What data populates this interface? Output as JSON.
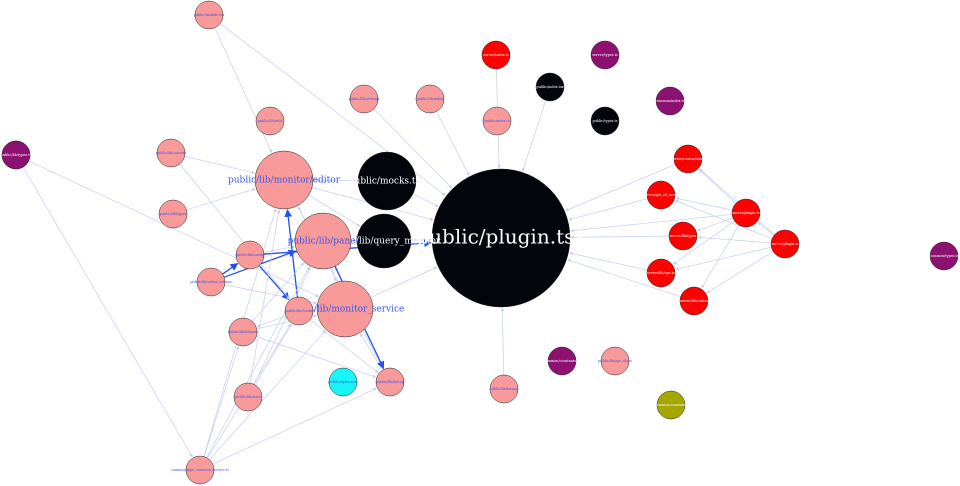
{
  "colors": {
    "salmon": "#f99a9a",
    "black": "#02060c",
    "red": "#ff0000",
    "purple": "#8c1170",
    "cyan": "#19f5f7",
    "olive": "#a6a600",
    "edge_light": "#c3cdf2",
    "edge_dark": "#2452e6",
    "label_blue": "#3b55e6",
    "label_white": "#ffffff"
  },
  "graph": {
    "nodes": [
      {
        "id": "n01",
        "label": "public/module.tsx",
        "color": "salmon",
        "label_color": "label_blue"
      },
      {
        "id": "n02",
        "label": "public/plugin.tsx",
        "color": "black",
        "label_color": "label_white"
      },
      {
        "id": "n03",
        "label": "public/mocks.tsx",
        "color": "black",
        "label_color": "label_white"
      },
      {
        "id": "n04",
        "label": "public/lib/query_monitor",
        "color": "black",
        "label_color": "label_white"
      },
      {
        "id": "n05",
        "label": "public/lib/panel",
        "color": "salmon",
        "label_color": "label_blue"
      },
      {
        "id": "n06",
        "label": "public/lib/monitor/editor",
        "color": "salmon",
        "label_color": "label_blue"
      },
      {
        "id": "n07",
        "label": "public/lib/monitor_service",
        "color": "salmon",
        "label_color": "label_blue"
      },
      {
        "id": "n08",
        "label": "public/lib/utils",
        "color": "salmon",
        "label_color": "label_blue"
      },
      {
        "id": "n09",
        "label": "public/lib/context",
        "color": "salmon",
        "label_color": "label_blue"
      },
      {
        "id": "n10",
        "label": "public/lib/types",
        "color": "salmon",
        "label_color": "label_blue"
      },
      {
        "id": "n11",
        "label": "public/lib/editor_actions",
        "color": "salmon",
        "label_color": "label_blue"
      },
      {
        "id": "n12",
        "label": "public/lib/config",
        "color": "salmon",
        "label_color": "label_blue"
      },
      {
        "id": "n13",
        "label": "public/lib/hooks",
        "color": "salmon",
        "label_color": "label_blue"
      },
      {
        "id": "n14",
        "label": "public/lib/helpers",
        "color": "salmon",
        "label_color": "label_blue"
      },
      {
        "id": "n15",
        "label": "public/lib/state",
        "color": "salmon",
        "label_color": "label_blue"
      },
      {
        "id": "n16",
        "label": "public/lib/debug",
        "color": "salmon",
        "label_color": "label_blue"
      },
      {
        "id": "n17",
        "label": "common/type_coercion_service.ts",
        "color": "salmon",
        "label_color": "label_blue"
      },
      {
        "id": "n18",
        "label": "public/lib/logging",
        "color": "salmon",
        "label_color": "label_blue"
      },
      {
        "id": "n19",
        "label": "public/lib/settings",
        "color": "salmon",
        "label_color": "label_blue"
      },
      {
        "id": "n20",
        "label": "public/lib/index",
        "color": "salmon",
        "label_color": "label_blue"
      },
      {
        "id": "n21",
        "label": "public/index.ts",
        "color": "salmon",
        "label_color": "label_blue"
      },
      {
        "id": "n22",
        "label": "public/lib/api",
        "color": "salmon",
        "label_color": "label_blue"
      },
      {
        "id": "n23",
        "label": "public/app_mount",
        "color": "salmon",
        "label_color": "label_blue"
      },
      {
        "id": "n24",
        "label": "public/lib/request_builder",
        "color": "salmon",
        "label_color": "label_blue"
      },
      {
        "id": "n25",
        "label": "public/lib/constants",
        "color": "salmon",
        "label_color": "label_blue"
      },
      {
        "id": "n26",
        "label": "public/lib/format",
        "color": "salmon",
        "label_color": "label_blue"
      },
      {
        "id": "n27",
        "label": "public/index.tsx",
        "color": "black",
        "label_color": "label_white"
      },
      {
        "id": "n28",
        "label": "public/types.ts",
        "color": "black",
        "label_color": "label_white"
      },
      {
        "id": "n29",
        "label": "server/index.ts",
        "color": "red",
        "label_color": "label_white"
      },
      {
        "id": "n30",
        "label": "server/types.ts",
        "color": "purple",
        "label_color": "label_white"
      },
      {
        "id": "n31",
        "label": "common/index.ts",
        "color": "purple",
        "label_color": "label_white"
      },
      {
        "id": "n32",
        "label": "server/routes/index",
        "color": "red",
        "label_color": "label_white"
      },
      {
        "id": "n33",
        "label": "server/get_all_saved",
        "color": "red",
        "label_color": "label_white"
      },
      {
        "id": "n34",
        "label": "server/plugin.ts",
        "color": "red",
        "label_color": "label_white"
      },
      {
        "id": "n35",
        "label": "server/lib/types",
        "color": "red",
        "label_color": "label_white"
      },
      {
        "id": "n36",
        "label": "server/plugin.ts",
        "color": "red",
        "label_color": "label_white"
      },
      {
        "id": "n37",
        "label": "server/lib/ops.ts",
        "color": "red",
        "label_color": "label_white"
      },
      {
        "id": "n38",
        "label": "server/lib/routes",
        "color": "red",
        "label_color": "label_white"
      },
      {
        "id": "n39",
        "label": "server/config.ts",
        "color": "purple",
        "label_color": "label_white"
      },
      {
        "id": "n40",
        "label": "common/types.ts",
        "color": "purple",
        "label_color": "label_white"
      },
      {
        "id": "n41",
        "label": "common/constants.ts",
        "color": "purple",
        "label_color": "label_white"
      },
      {
        "id": "n42",
        "label": "public/lib/types.ts",
        "color": "purple",
        "label_color": "label_white"
      },
      {
        "id": "n43",
        "label": "public/styles.scss",
        "color": "cyan",
        "label_color": "label_blue"
      },
      {
        "id": "n44",
        "label": "common/constants",
        "color": "olive",
        "label_color": "label_white"
      },
      {
        "id": "n45",
        "label": "public/lib/lens_utils",
        "color": "salmon",
        "label_color": "label_blue"
      },
      {
        "id": "n46",
        "label": "public/lib/api_client",
        "color": "salmon",
        "label_color": "label_blue"
      },
      {
        "id": "n47",
        "label": "public/lib/query",
        "color": "salmon",
        "label_color": "label_blue"
      },
      {
        "id": "n48",
        "label": "public/lib/test_utils",
        "color": "salmon",
        "label_color": "label_blue"
      },
      {
        "id": "n49",
        "label": "public/lib/request",
        "color": "salmon",
        "label_color": "label_blue"
      }
    ],
    "edges": [
      [
        "n27",
        "n02",
        "light"
      ],
      [
        "n03",
        "n02",
        "light"
      ],
      [
        "n04",
        "n02",
        "light"
      ],
      [
        "n05",
        "n02",
        "light"
      ],
      [
        "n06",
        "n02",
        "light"
      ],
      [
        "n07",
        "n02",
        "light"
      ],
      [
        "n19",
        "n02",
        "light"
      ],
      [
        "n20",
        "n02",
        "light"
      ],
      [
        "n29",
        "n02",
        "light"
      ],
      [
        "n32",
        "n02",
        "light"
      ],
      [
        "n33",
        "n02",
        "light"
      ],
      [
        "n35",
        "n02",
        "light"
      ],
      [
        "n36",
        "n02",
        "light"
      ],
      [
        "n37",
        "n02",
        "light"
      ],
      [
        "n38",
        "n02",
        "light"
      ],
      [
        "n34",
        "n32",
        "light"
      ],
      [
        "n34",
        "n33",
        "light"
      ],
      [
        "n34",
        "n35",
        "light"
      ],
      [
        "n34",
        "n36",
        "light"
      ],
      [
        "n34",
        "n37",
        "light"
      ],
      [
        "n34",
        "n38",
        "light"
      ],
      [
        "n36",
        "n32",
        "light"
      ],
      [
        "n36",
        "n33",
        "light"
      ],
      [
        "n36",
        "n35",
        "light"
      ],
      [
        "n36",
        "n37",
        "light"
      ],
      [
        "n36",
        "n38",
        "light"
      ],
      [
        "n39",
        "n34",
        "light"
      ],
      [
        "n42",
        "n07",
        "light"
      ],
      [
        "n26",
        "n02",
        "light"
      ],
      [
        "n26",
        "n24",
        "dark"
      ],
      [
        "n11",
        "n07",
        "light"
      ],
      [
        "n11",
        "n05",
        "dark"
      ],
      [
        "n11",
        "n12",
        "dark"
      ],
      [
        "n12",
        "n02",
        "dark"
      ],
      [
        "n12",
        "n05",
        "light"
      ],
      [
        "n12",
        "n13",
        "dark"
      ],
      [
        "n13",
        "n06",
        "dark"
      ],
      [
        "n13",
        "n07",
        "light"
      ],
      [
        "n13",
        "n14",
        "light"
      ],
      [
        "n14",
        "n07",
        "light"
      ],
      [
        "n14",
        "n05",
        "light"
      ],
      [
        "n16",
        "n05",
        "light"
      ],
      [
        "n16",
        "n06",
        "light"
      ],
      [
        "n17",
        "n05",
        "light"
      ],
      [
        "n17",
        "n13",
        "light"
      ],
      [
        "n17",
        "n14",
        "light"
      ],
      [
        "n17",
        "n16",
        "light"
      ],
      [
        "n17",
        "n07",
        "light"
      ],
      [
        "n18",
        "n17",
        "light"
      ],
      [
        "n15",
        "n05",
        "light"
      ],
      [
        "n15",
        "n13",
        "light"
      ],
      [
        "n15",
        "n06",
        "light"
      ],
      [
        "n06",
        "n04",
        "light"
      ],
      [
        "n05",
        "n24",
        "dark"
      ],
      [
        "n07",
        "n24",
        "dark"
      ],
      [
        "n06",
        "n16",
        "light"
      ],
      [
        "n01",
        "n06",
        "light"
      ],
      [
        "n09",
        "n06",
        "light"
      ],
      [
        "n09",
        "n13",
        "light"
      ],
      [
        "n10",
        "n06",
        "light"
      ],
      [
        "n03",
        "n06",
        "light"
      ],
      [
        "n04",
        "n05",
        "light"
      ],
      [
        "n05",
        "n07",
        "light"
      ],
      [
        "n16",
        "n07",
        "light"
      ],
      [
        "n05",
        "n16",
        "dark"
      ],
      [
        "n16",
        "n24",
        "light"
      ],
      [
        "n14",
        "n16",
        "light"
      ],
      [
        "n13",
        "n16",
        "light"
      ],
      [
        "n17",
        "n24",
        "light"
      ],
      [
        "n01",
        "n02",
        "light"
      ],
      [
        "n17",
        "n06",
        "light"
      ]
    ]
  }
}
